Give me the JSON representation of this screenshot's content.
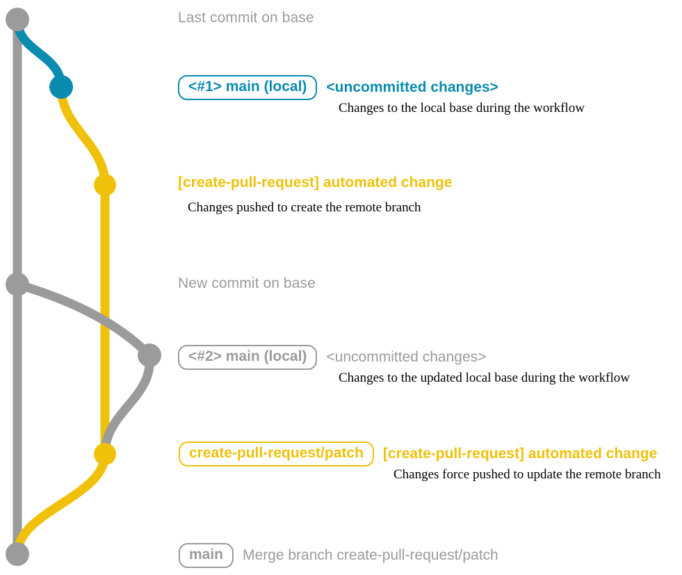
{
  "title": "git branch graph for create-pull-request workflow",
  "colors": {
    "gray": "#9b9b9b",
    "teal": "#0a8bb0",
    "yellow": "#efc10b",
    "text_dark": "#000000",
    "background": "#ffffff"
  },
  "commits": [
    {
      "id": "last-commit-on-base",
      "node_color": "#9b9b9b",
      "lane": "base",
      "badge": null,
      "headline": "Last commit on base",
      "headline_color": "#9b9b9b",
      "subline": null
    },
    {
      "id": "local-main-1",
      "node_color": "#0a8bb0",
      "lane": "local",
      "badge": "<#1> main (local)",
      "badge_color": "#0a8bb0",
      "headline": "<uncommitted changes>",
      "headline_color": "#0a8bb0",
      "subline": "Changes to the local base during the workflow"
    },
    {
      "id": "automated-change-1",
      "node_color": "#efc10b",
      "lane": "patch",
      "badge": null,
      "headline": "[create-pull-request] automated change",
      "headline_color": "#efc10b",
      "subline": "Changes pushed to create the remote branch"
    },
    {
      "id": "new-commit-on-base",
      "node_color": "#9b9b9b",
      "lane": "base",
      "badge": null,
      "headline": "New commit on base",
      "headline_color": "#9b9b9b",
      "subline": null
    },
    {
      "id": "local-main-2",
      "node_color": "#9b9b9b",
      "lane": "local2",
      "badge": "<#2> main (local)",
      "badge_color": "#9b9b9b",
      "headline": "<uncommitted changes>",
      "headline_color": "#9b9b9b",
      "subline": "Changes to the updated local base during the workflow"
    },
    {
      "id": "automated-change-2",
      "node_color": "#efc10b",
      "lane": "patch",
      "badge": "create-pull-request/patch",
      "badge_color": "#efc10b",
      "headline": "[create-pull-request] automated change",
      "headline_color": "#efc10b",
      "subline": "Changes force pushed to update the remote branch"
    },
    {
      "id": "merge-commit",
      "node_color": "#9b9b9b",
      "lane": "base",
      "badge": "main",
      "badge_color": "#9b9b9b",
      "headline": "Merge branch create-pull-request/patch",
      "headline_color": "#9b9b9b",
      "subline": null
    }
  ]
}
